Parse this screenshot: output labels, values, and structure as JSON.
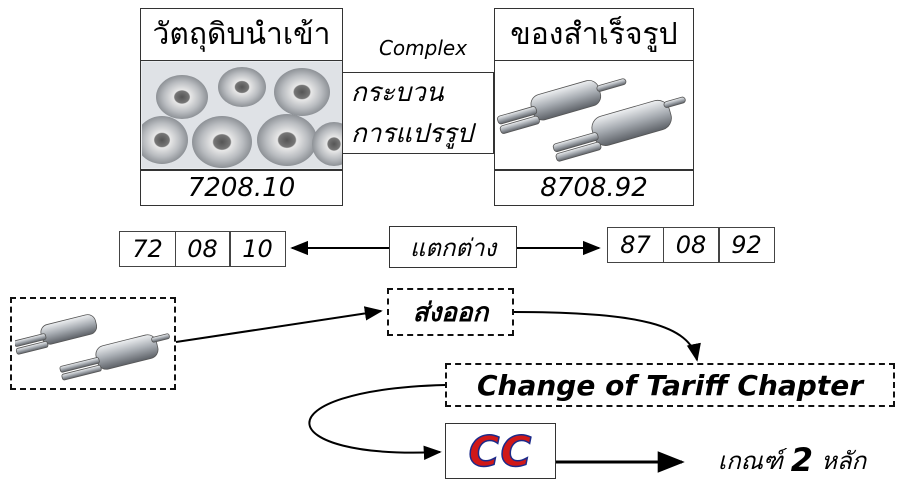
{
  "raw_material": {
    "title": "วัตถุดิบนำเข้า",
    "hs_code": "7208.10"
  },
  "process": {
    "label_top": "Complex",
    "line1": "กระบวน",
    "line2": "การแปรรูป"
  },
  "finished_goods": {
    "title": "ของสำเร็จรูป",
    "hs_code": "8708.92"
  },
  "hs_raw": [
    "72",
    "08",
    "10"
  ],
  "hs_finished": [
    "87",
    "08",
    "92"
  ],
  "difference_label": "แตกต่าง",
  "export_label": "ส่งออก",
  "rule_label": "Change of Tariff Chapter",
  "cc_label": "CC",
  "criteria": {
    "prefix": "เกณฑ์",
    "number": "2",
    "suffix": "หลัก"
  },
  "colors": {
    "cc_red": "#d01818",
    "cc_blue": "#1c2a8a"
  }
}
